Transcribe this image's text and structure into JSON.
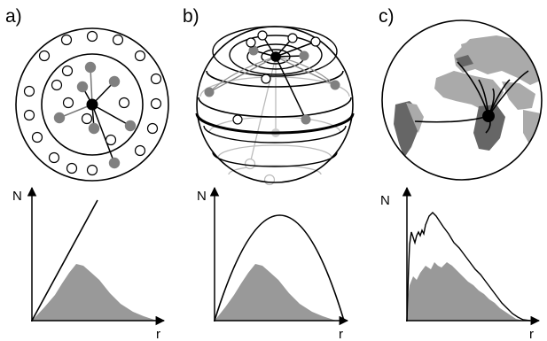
{
  "panels": [
    {
      "label": "a)",
      "y_axis": "N",
      "x_axis": "r"
    },
    {
      "label": "b)",
      "y_axis": "N",
      "x_axis": "r"
    },
    {
      "label": "c)",
      "y_axis": "N",
      "x_axis": "r"
    }
  ],
  "colors": {
    "ink": "#000000",
    "node_gray": "#808080",
    "fill_gray": "#999999",
    "land_dark": "#666666",
    "land_light": "#aaaaaa",
    "sphere_grid": "#bbbbbb"
  }
}
